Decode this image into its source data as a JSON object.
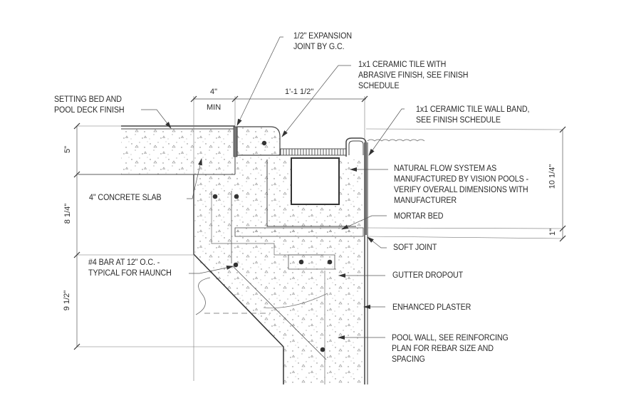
{
  "drawing": {
    "callouts": {
      "expansion_joint": [
        "1/2\" EXPANSION",
        "JOINT BY G.C."
      ],
      "ceramic_tile": [
        "1x1 CERAMIC TILE WITH",
        "ABRASIVE FINISH, SEE FINISH",
        "SCHEDULE"
      ],
      "setting_bed": [
        "SETTING BED AND",
        "POOL DECK FINISH"
      ],
      "wall_band": [
        "1x1 CERAMIC TILE WALL BAND,",
        "SEE FINISH SCHEDULE"
      ],
      "natural_flow": [
        "NATURAL FLOW SYSTEM AS",
        "MANUFACTURED BY VISION POOLS -",
        "VERIFY OVERALL DIMENSIONS WITH",
        "MANUFACTURER"
      ],
      "concrete_slab": "4\" CONCRETE SLAB",
      "mortar_bed": "MORTAR BED",
      "soft_joint": "SOFT JOINT",
      "bar": [
        "#4 BAR AT 12\" O.C. -",
        "TYPICAL FOR HAUNCH"
      ],
      "gutter_dropout": "GUTTER DROPOUT",
      "enhanced_plaster": "ENHANCED PLASTER",
      "pool_wall": [
        "POOL WALL, SEE REINFORCING",
        "PLAN FOR REBAR SIZE AND",
        "SPACING"
      ]
    },
    "dimensions": {
      "min_width": "4\"",
      "min_label": "MIN",
      "gutter_width": "1'-1 1/2\"",
      "slab_depth": "5\"",
      "mid_depth": "8 1/4\"",
      "haunch_depth": "9 1/2\"",
      "gutter_height": "10 1/4\"",
      "bed_height": "1\""
    }
  }
}
